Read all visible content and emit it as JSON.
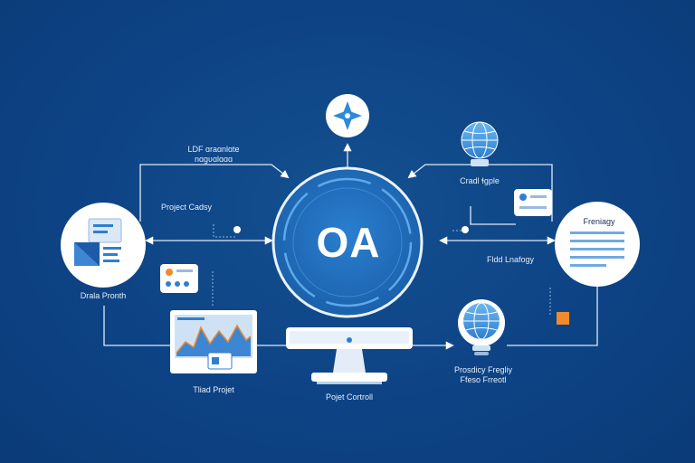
{
  "center": {
    "label": "OA"
  },
  "labels": {
    "top_left_line1": "LDF ɑrаɑnlɑte",
    "top_left_line2": "nɑɡʋɑlɑɑɑ",
    "project": "Project Cadsy",
    "left_node": "Drala Pronth",
    "trial": "Tliad Projet",
    "bottom_center": "Pojet Cortroll",
    "right_top": "Cradl ɬɡple",
    "right_node": "Freniagy",
    "field": "Fldd Lnafogy",
    "bottom_right_line1": "Prosdicy Fregliy",
    "bottom_right_line2": "Ffeso Frreotl"
  },
  "colors": {
    "background": "#0d4385",
    "accent": "#2f8fe0",
    "node_fill": "#ffffff",
    "orange": "#f08a2c"
  }
}
